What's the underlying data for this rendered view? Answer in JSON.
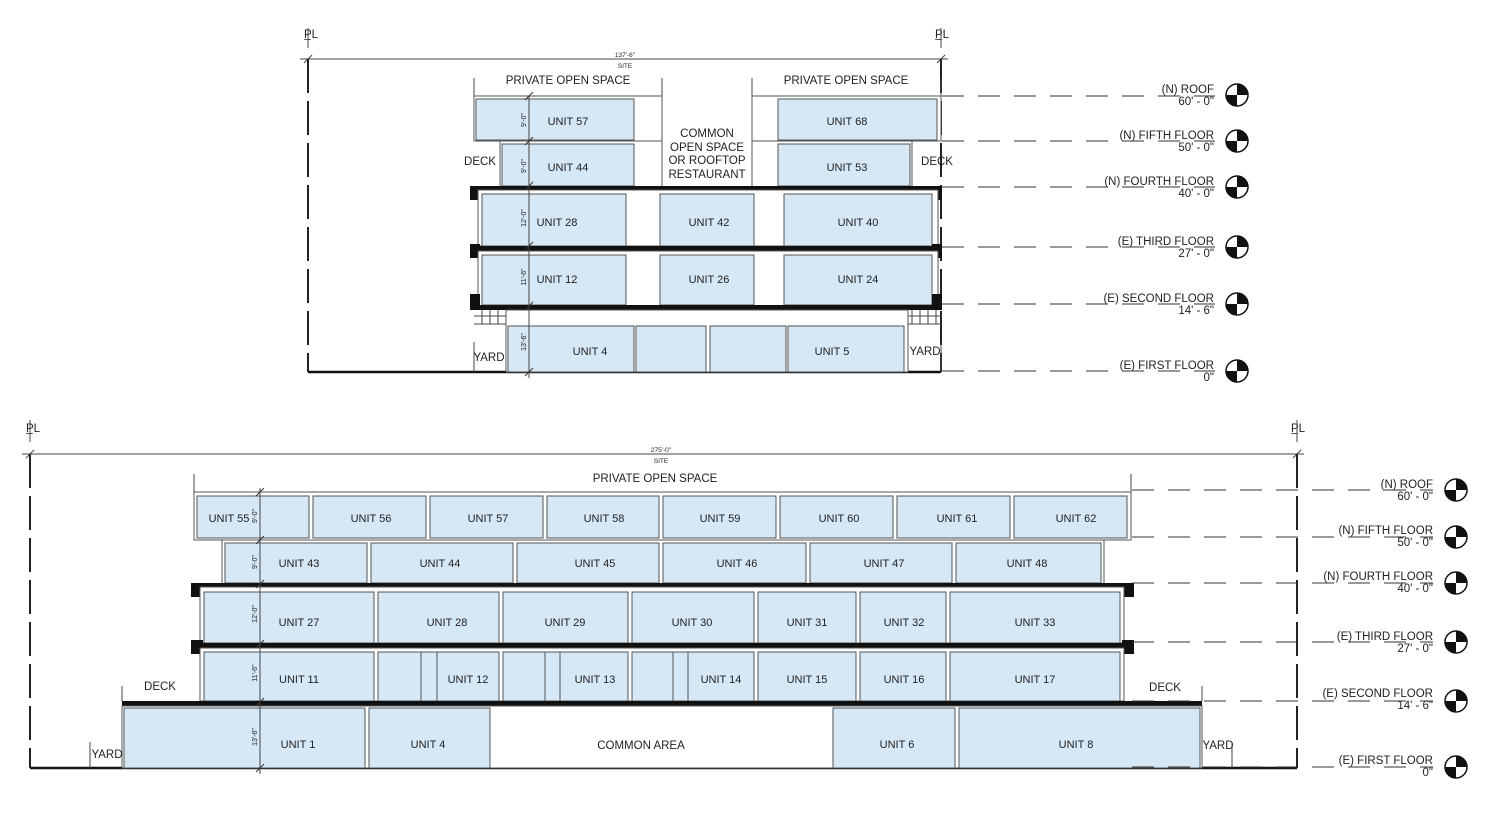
{
  "levels": [
    {
      "name": "(N) ROOF",
      "elev": "60' - 0\""
    },
    {
      "name": "(N) FIFTH FLOOR",
      "elev": "50' - 0\""
    },
    {
      "name": "(N) FOURTH FLOOR",
      "elev": "40' - 0\""
    },
    {
      "name": "(E) THIRD FLOOR",
      "elev": "27' - 0\""
    },
    {
      "name": "(E) SECOND FLOOR",
      "elev": "14' - 6\""
    },
    {
      "name": "(E) FIRST FLOOR",
      "elev": "0\""
    }
  ],
  "pl_mark": "P̲L",
  "top_section": {
    "site_width": "137'-6\"",
    "site_label": "SITE",
    "private_open_space_left": "PRIVATE OPEN SPACE",
    "private_open_space_right": "PRIVATE OPEN SPACE",
    "common_open_space": [
      "COMMON",
      "OPEN SPACE",
      "OR ROOFTOP",
      "RESTAURANT"
    ],
    "deck_left": "DECK",
    "deck_right": "DECK",
    "yard_left": "YARD",
    "yard_right": "YARD",
    "floor_heights": [
      "9'-0\"",
      "9'-0\"",
      "12'-0\"",
      "11'-6\"",
      "13'-6\""
    ],
    "units": {
      "fifth_left": "UNIT 57",
      "fifth_right": "UNIT 68",
      "fourth_left": "UNIT 44",
      "fourth_right": "UNIT 53",
      "third": [
        "UNIT 28",
        "UNIT 42",
        "UNIT 40"
      ],
      "second": [
        "UNIT 12",
        "UNIT 26",
        "UNIT 24"
      ],
      "first": [
        "UNIT 4",
        "UNIT 5"
      ]
    }
  },
  "bottom_section": {
    "site_width": "275'-0\"",
    "site_label": "SITE",
    "private_open_space": "PRIVATE OPEN SPACE",
    "deck_left": "DECK",
    "deck_right": "DECK",
    "yard_left": "YARD",
    "yard_right": "YARD",
    "common_area": "COMMON AREA",
    "floor_heights": [
      "9'-0\"",
      "9'-0\"",
      "12'-0\"",
      "11'-6\"",
      "13'-6\""
    ],
    "units": {
      "fifth": [
        "UNIT 55",
        "UNIT 56",
        "UNIT 57",
        "UNIT 58",
        "UNIT 59",
        "UNIT 60",
        "UNIT 61",
        "UNIT 62"
      ],
      "fourth": [
        "UNIT 43",
        "UNIT 44",
        "UNIT 45",
        "UNIT 46",
        "UNIT 47",
        "UNIT 48"
      ],
      "third": [
        "UNIT 27",
        "UNIT 28",
        "UNIT 29",
        "UNIT 30",
        "UNIT 31",
        "UNIT 32",
        "UNIT 33"
      ],
      "second": [
        "UNIT 11",
        "UNIT 12",
        "UNIT 13",
        "UNIT 14",
        "UNIT 15",
        "UNIT 16",
        "UNIT 17"
      ],
      "first": [
        "UNIT 1",
        "UNIT 4",
        "UNIT 6",
        "UNIT 8"
      ]
    }
  }
}
